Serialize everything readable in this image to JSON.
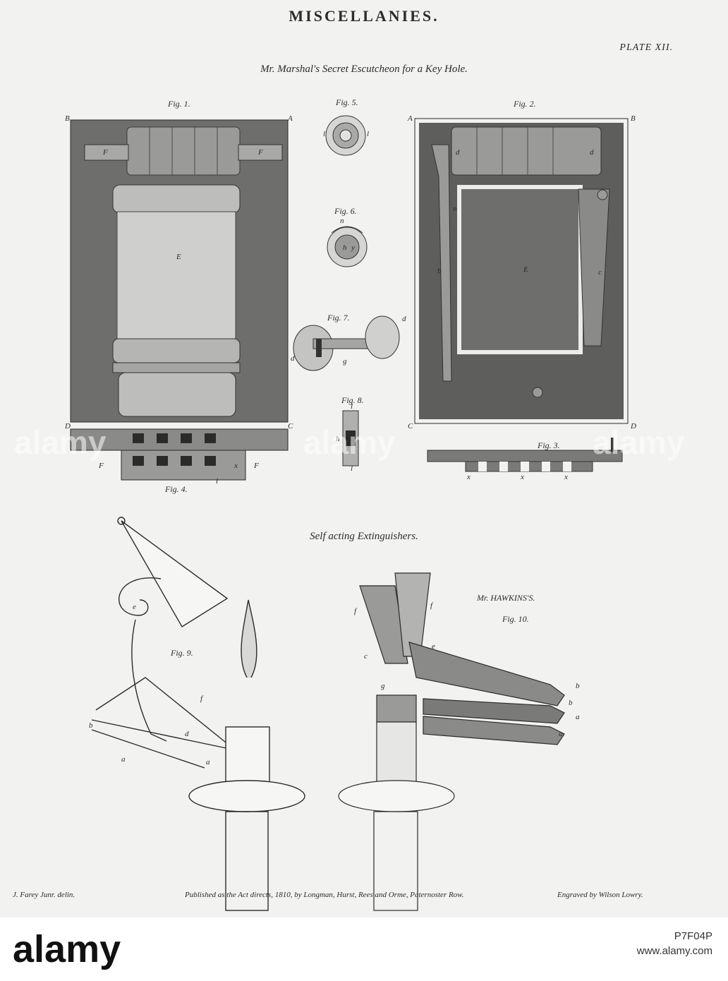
{
  "header": {
    "title": "MISCELLANIES.",
    "plate": "PLATE XII.",
    "subtitle_top": "Mr. Marshal's Secret Escutcheon for a Key Hole.",
    "subtitle_bottom": "Self acting Extinguishers."
  },
  "figures": {
    "fig1": "Fig. 1.",
    "fig2": "Fig. 2.",
    "fig3": "Fig. 3.",
    "fig4": "Fig. 4.",
    "fig5": "Fig. 5.",
    "fig6": "Fig. 6.",
    "fig7": "Fig. 7.",
    "fig8": "Fig. 8.",
    "fig9": "Fig. 9.",
    "fig10": "Fig. 10.",
    "hawkins": "Mr. HAWKINS'S."
  },
  "letters": {
    "A": "A",
    "B": "B",
    "C": "C",
    "D": "D",
    "E": "E",
    "F": "F",
    "a": "a",
    "b": "b",
    "c": "c",
    "d": "d",
    "e": "e",
    "f": "f",
    "g": "g",
    "h": "h",
    "l": "l",
    "n": "n",
    "x": "x",
    "y": "y"
  },
  "credits": {
    "left": "J. Farey Junr. delin.",
    "center": "Published as the Act directs, 1810, by Longman, Hurst, Rees and Orme, Paternoster Row.",
    "right": "Engraved by Wilson Lowry."
  },
  "watermark": {
    "text": "alamy",
    "code": "P7F04P",
    "site": "www.alamy.com"
  },
  "colors": {
    "paper": "#f2f2f0",
    "ink": "#2b2b2b",
    "plate_dark": "#6e6e6c",
    "plate_mid": "#9a9a98"
  }
}
